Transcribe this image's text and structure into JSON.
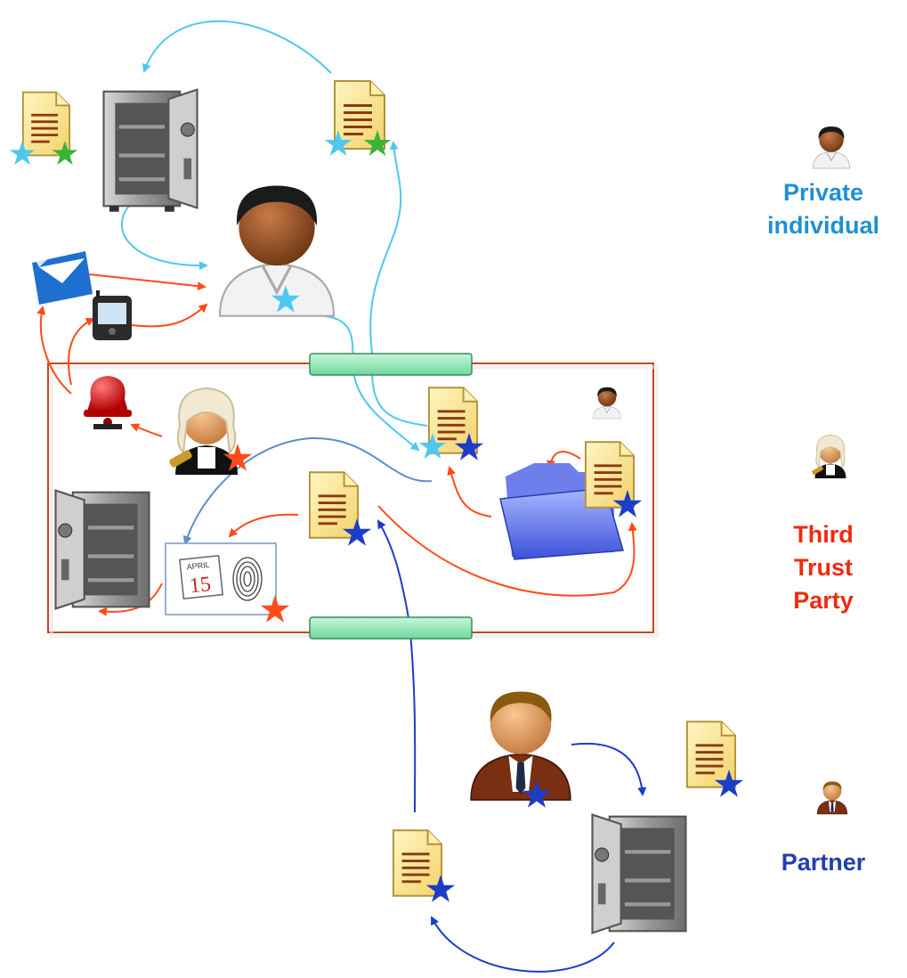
{
  "legend": {
    "private": {
      "label": "Private\nindividual",
      "color": "#1f8fd6",
      "icon": "private-individual-icon"
    },
    "ttp": {
      "label": "Third\nTrust\nParty",
      "color": "#ee2a0e",
      "icon": "judge-icon"
    },
    "partner": {
      "label": "Partner",
      "color": "#1f3fb3",
      "icon": "partner-icon"
    }
  },
  "diagram": {
    "calendar": {
      "month": "APRIL",
      "day": "15"
    },
    "colors": {
      "private": "#4ec8ef",
      "ttp": "#ff4a1a",
      "partner": "#1c3dc8",
      "green_star": "#39b43a",
      "frame": "#c8471e",
      "gateway": "#8ce8b5"
    }
  }
}
